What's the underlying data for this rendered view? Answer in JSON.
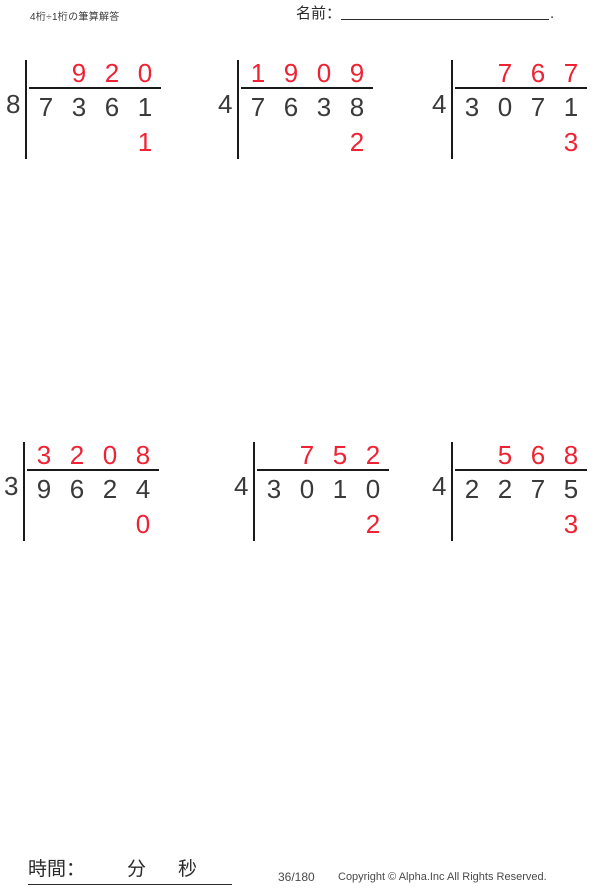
{
  "header": {
    "title": "4桁÷1桁の筆算解答",
    "name_label": "名前：",
    "name_value": "",
    "name_end_mark": "."
  },
  "problems": [
    {
      "id": "problem-1",
      "divisor": "8",
      "dividend": [
        "7",
        "3",
        "6",
        "1"
      ],
      "quotient": [
        "",
        "9",
        "2",
        "0"
      ],
      "remainder": [
        "",
        "",
        "",
        "1"
      ],
      "dividend_number": 7361,
      "divisor_number": 8,
      "quotient_number": 920,
      "remainder_number": 1
    },
    {
      "id": "problem-2",
      "divisor": "4",
      "dividend": [
        "7",
        "6",
        "3",
        "8"
      ],
      "quotient": [
        "1",
        "9",
        "0",
        "9"
      ],
      "remainder": [
        "",
        "",
        "",
        "2"
      ],
      "dividend_number": 7638,
      "divisor_number": 4,
      "quotient_number": 1909,
      "remainder_number": 2
    },
    {
      "id": "problem-3",
      "divisor": "4",
      "dividend": [
        "3",
        "0",
        "7",
        "1"
      ],
      "quotient": [
        "",
        "7",
        "6",
        "7"
      ],
      "remainder": [
        "",
        "",
        "",
        "3"
      ],
      "dividend_number": 3071,
      "divisor_number": 4,
      "quotient_number": 767,
      "remainder_number": 3
    },
    {
      "id": "problem-4",
      "divisor": "3",
      "dividend": [
        "9",
        "6",
        "2",
        "4"
      ],
      "quotient": [
        "3",
        "2",
        "0",
        "8"
      ],
      "remainder": [
        "",
        "",
        "",
        "0"
      ],
      "dividend_number": 9624,
      "divisor_number": 3,
      "quotient_number": 3208,
      "remainder_number": 0
    },
    {
      "id": "problem-5",
      "divisor": "4",
      "dividend": [
        "3",
        "0",
        "1",
        "0"
      ],
      "quotient": [
        "",
        "7",
        "5",
        "2"
      ],
      "remainder": [
        "",
        "",
        "",
        "2"
      ],
      "dividend_number": 3010,
      "divisor_number": 4,
      "quotient_number": 752,
      "remainder_number": 2
    },
    {
      "id": "problem-6",
      "divisor": "4",
      "dividend": [
        "2",
        "2",
        "7",
        "5"
      ],
      "quotient": [
        "",
        "5",
        "6",
        "8"
      ],
      "remainder": [
        "",
        "",
        "",
        "3"
      ],
      "dividend_number": 2275,
      "divisor_number": 4,
      "quotient_number": 568,
      "remainder_number": 3
    }
  ],
  "footer": {
    "time_label": "時間：",
    "minutes_unit": "分",
    "seconds_unit": "秒",
    "page_number": "36/180",
    "copyright": "Copyright © Alpha.Inc All Rights Reserved."
  },
  "colors": {
    "answer_red": "#ee2233",
    "ink_black": "#3a3a3a",
    "rule_black": "#1a1a1a"
  }
}
